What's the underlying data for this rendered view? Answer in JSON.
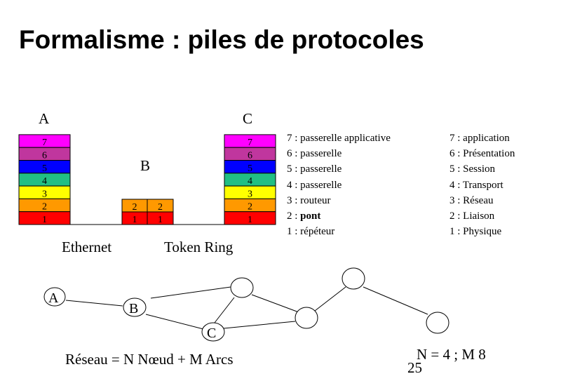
{
  "title": "Formalisme : piles de protocoles",
  "stack_labels": {
    "a": "A",
    "b": "B",
    "c": "C"
  },
  "layer_colors": {
    "7": "#ff00ff",
    "6": "#c0369e",
    "5": "#0000ff",
    "4": "#21bf84",
    "3": "#ffff00",
    "2": "#ff9900",
    "1": "#ff0000"
  },
  "stack_a": [
    "7",
    "6",
    "5",
    "4",
    "3",
    "2",
    "1"
  ],
  "stack_b_left": [
    "2",
    "1"
  ],
  "stack_b_right": [
    "2",
    "1"
  ],
  "stack_c": [
    "7",
    "6",
    "5",
    "4",
    "3",
    "2",
    "1"
  ],
  "link_labels": {
    "left": "Ethernet",
    "right": "Token Ring"
  },
  "devices": [
    {
      "text": "7 : passerelle applicative"
    },
    {
      "text": "6 : passerelle"
    },
    {
      "text": "5 : passerelle"
    },
    {
      "text": "4 : passerelle"
    },
    {
      "text": "3 : routeur"
    },
    {
      "prefix": "2 : ",
      "bold": "pont"
    },
    {
      "text": "1 : répéteur"
    }
  ],
  "osi_layers": [
    "7 : application",
    "6 : Présentation",
    "5 : Session",
    "4 : Transport",
    "3 : Réseau",
    "2 : Liaison",
    "1 : Physique"
  ],
  "graph_nodes": {
    "a": "A",
    "b": "B",
    "c": "C"
  },
  "formula_left": "Réseau = N Nœud + M Arcs",
  "formula_right": "N = 4 ; M 8",
  "page_number": "25"
}
